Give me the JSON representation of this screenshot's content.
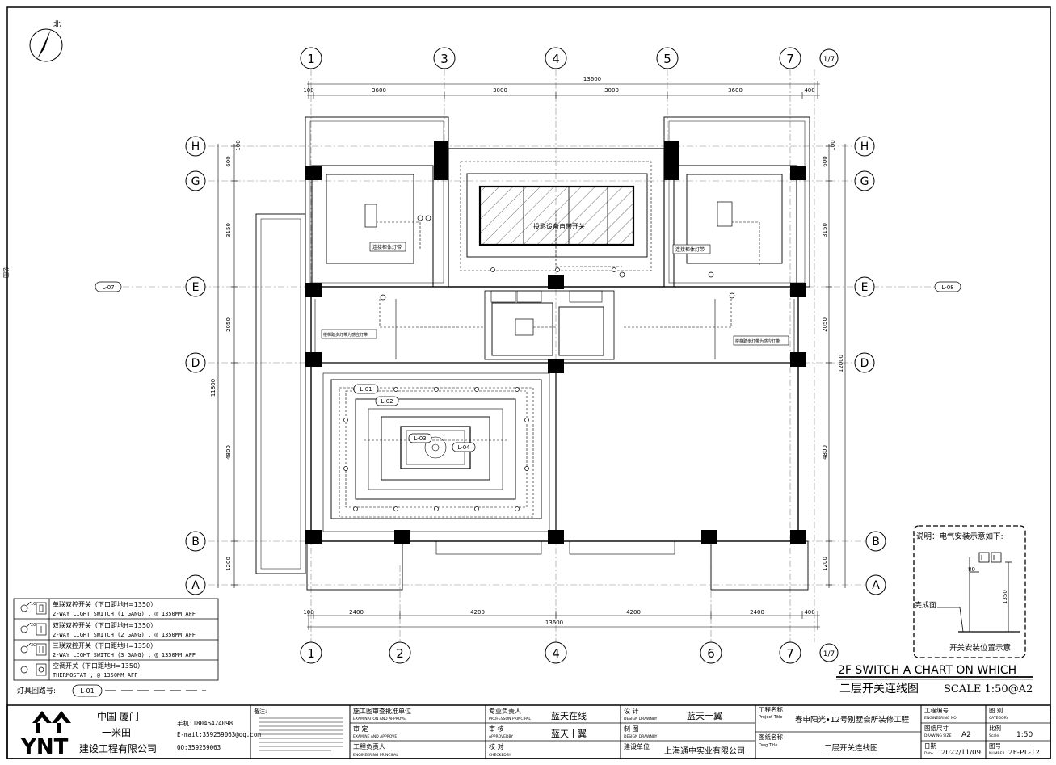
{
  "north": {
    "label": "北"
  },
  "side_mark": "总图",
  "grid_top": [
    "1",
    "3",
    "4",
    "5",
    "7",
    "1/7"
  ],
  "grid_bottom": [
    "1",
    "2",
    "4",
    "6",
    "7",
    "1/7"
  ],
  "grid_rows": [
    "H",
    "G",
    "E",
    "D",
    "B",
    "A"
  ],
  "dims": {
    "top_total": "13600",
    "top_segments": [
      "100",
      "3600",
      "3000",
      "3000",
      "3600",
      "400"
    ],
    "bottom_total": "13600",
    "bottom_segments": [
      "100",
      "2400",
      "4200",
      "4200",
      "2400",
      "400"
    ],
    "left_total": "11800",
    "left_segments": [
      "600",
      "3150",
      "2050",
      "4800",
      "1200"
    ],
    "left_small": "100",
    "right_total": "12000",
    "right_segments": [
      "600",
      "3150",
      "2050",
      "4800",
      "1200"
    ],
    "right_small": "100"
  },
  "circuits": {
    "l07": "L-07",
    "l08": "L-08",
    "l01": "L-01",
    "l02": "L-02",
    "l03": "L-03",
    "l04": "L-04"
  },
  "notes": {
    "projector": "投影设备自带开关",
    "cabinet_left": "连接柜体灯带",
    "cabinet_right": "连接柜体灯带",
    "stair_left": "楼梯踏步灯带为感应灯带",
    "stair_right": "楼梯踏步灯带为感应灯带"
  },
  "legend": {
    "rows": [
      {
        "cn": "单联双控开关（下口距地H=1350）",
        "en": "2-WAY LIGHT SWITCH (1 GANG)  , @ 1350MM AFF",
        "sub": "1G"
      },
      {
        "cn": "双联双控开关（下口距地H=1350）",
        "en": "2-WAY LIGHT SWITCH (2 GANG)  , @ 1350MM AFF",
        "sub": "2G"
      },
      {
        "cn": "三联双控开关（下口距地H=1350）",
        "en": "2-WAY LIGHT SWITCH (3 GANG)  , @ 1350MM AFF",
        "sub": "3G"
      },
      {
        "cn": "空调开关（下口距地H=1350）",
        "en": "THERMOSTAT , @ 1350MM AFF",
        "sub": ""
      }
    ],
    "circuit_label": "灯具回路号:",
    "circuit_sample": "L-01"
  },
  "install_note": {
    "title": "说明：电气安装示意如下:",
    "dim_80": "80",
    "dim_1350": "1350",
    "floor": "完成面",
    "caption": "开关安装位置示意"
  },
  "drawing_title": {
    "en": "2F SWITCH A CHART ON WHICH",
    "cn": "二层开关连线图",
    "scale": "SCALE 1:50@A2"
  },
  "title_block": {
    "company_line1": "中国  厦门",
    "company_line2": "一米田",
    "company_line3": "建设工程有限公司",
    "phone": "手机:18046424098",
    "email": "E-mail:359259063@qq.com",
    "qq": "QQ:359259063",
    "notes_label": "备注:",
    "approval_cn": "施工图审查批准单位",
    "approval_en": "EXAMINATION AND APPROVE",
    "review_cn": "审         定",
    "review_en": "EXAMINE AND APPROVE",
    "eng_cn": "工程负责人",
    "eng_en": "ENGINEERING PRINCIPAL",
    "prof_cn": "专业负责人",
    "prof_en": "PROFESSON PRINCIPAL",
    "prof_val": "蓝天在线",
    "audit_cn": "审      核",
    "audit_en": "APPROVEDBY",
    "audit_val": "蓝天十翼",
    "check_cn": "校      对",
    "check_en": "CHECKEDBY",
    "design_cn": "设      计",
    "design_en": "DESIGN DRAWNBY",
    "design_val": "蓝天十翼",
    "draw_cn": "制      图",
    "draw_en": "DESIGN DRAWNBY",
    "client_cn": "建设单位",
    "client_val": "上海通中实业有限公司",
    "proj_cn": "工程名称",
    "proj_en": "Project Title",
    "proj_val": "春申阳光•12号别墅会所装修工程",
    "dwg_cn": "图纸名称",
    "dwg_en": "Dwg Title",
    "dwg_val": "二层开关连线图",
    "no_cn": "工程编号",
    "no_en": "ENGINEERING NO",
    "cat_cn": "图  别",
    "cat_en": "CATEGORY",
    "size_cn": "图纸尺寸",
    "size_en": "DRAWING SIZE",
    "size_val": "A2",
    "ratio_cn": "比例",
    "ratio_en": "Scale",
    "ratio_val": "1:50",
    "date_cn": "日期",
    "date_en": "Date",
    "date_val": "2022/11/09",
    "num_cn": "图号",
    "num_en": "NUMBER",
    "num_val": "2F-PL-12"
  }
}
